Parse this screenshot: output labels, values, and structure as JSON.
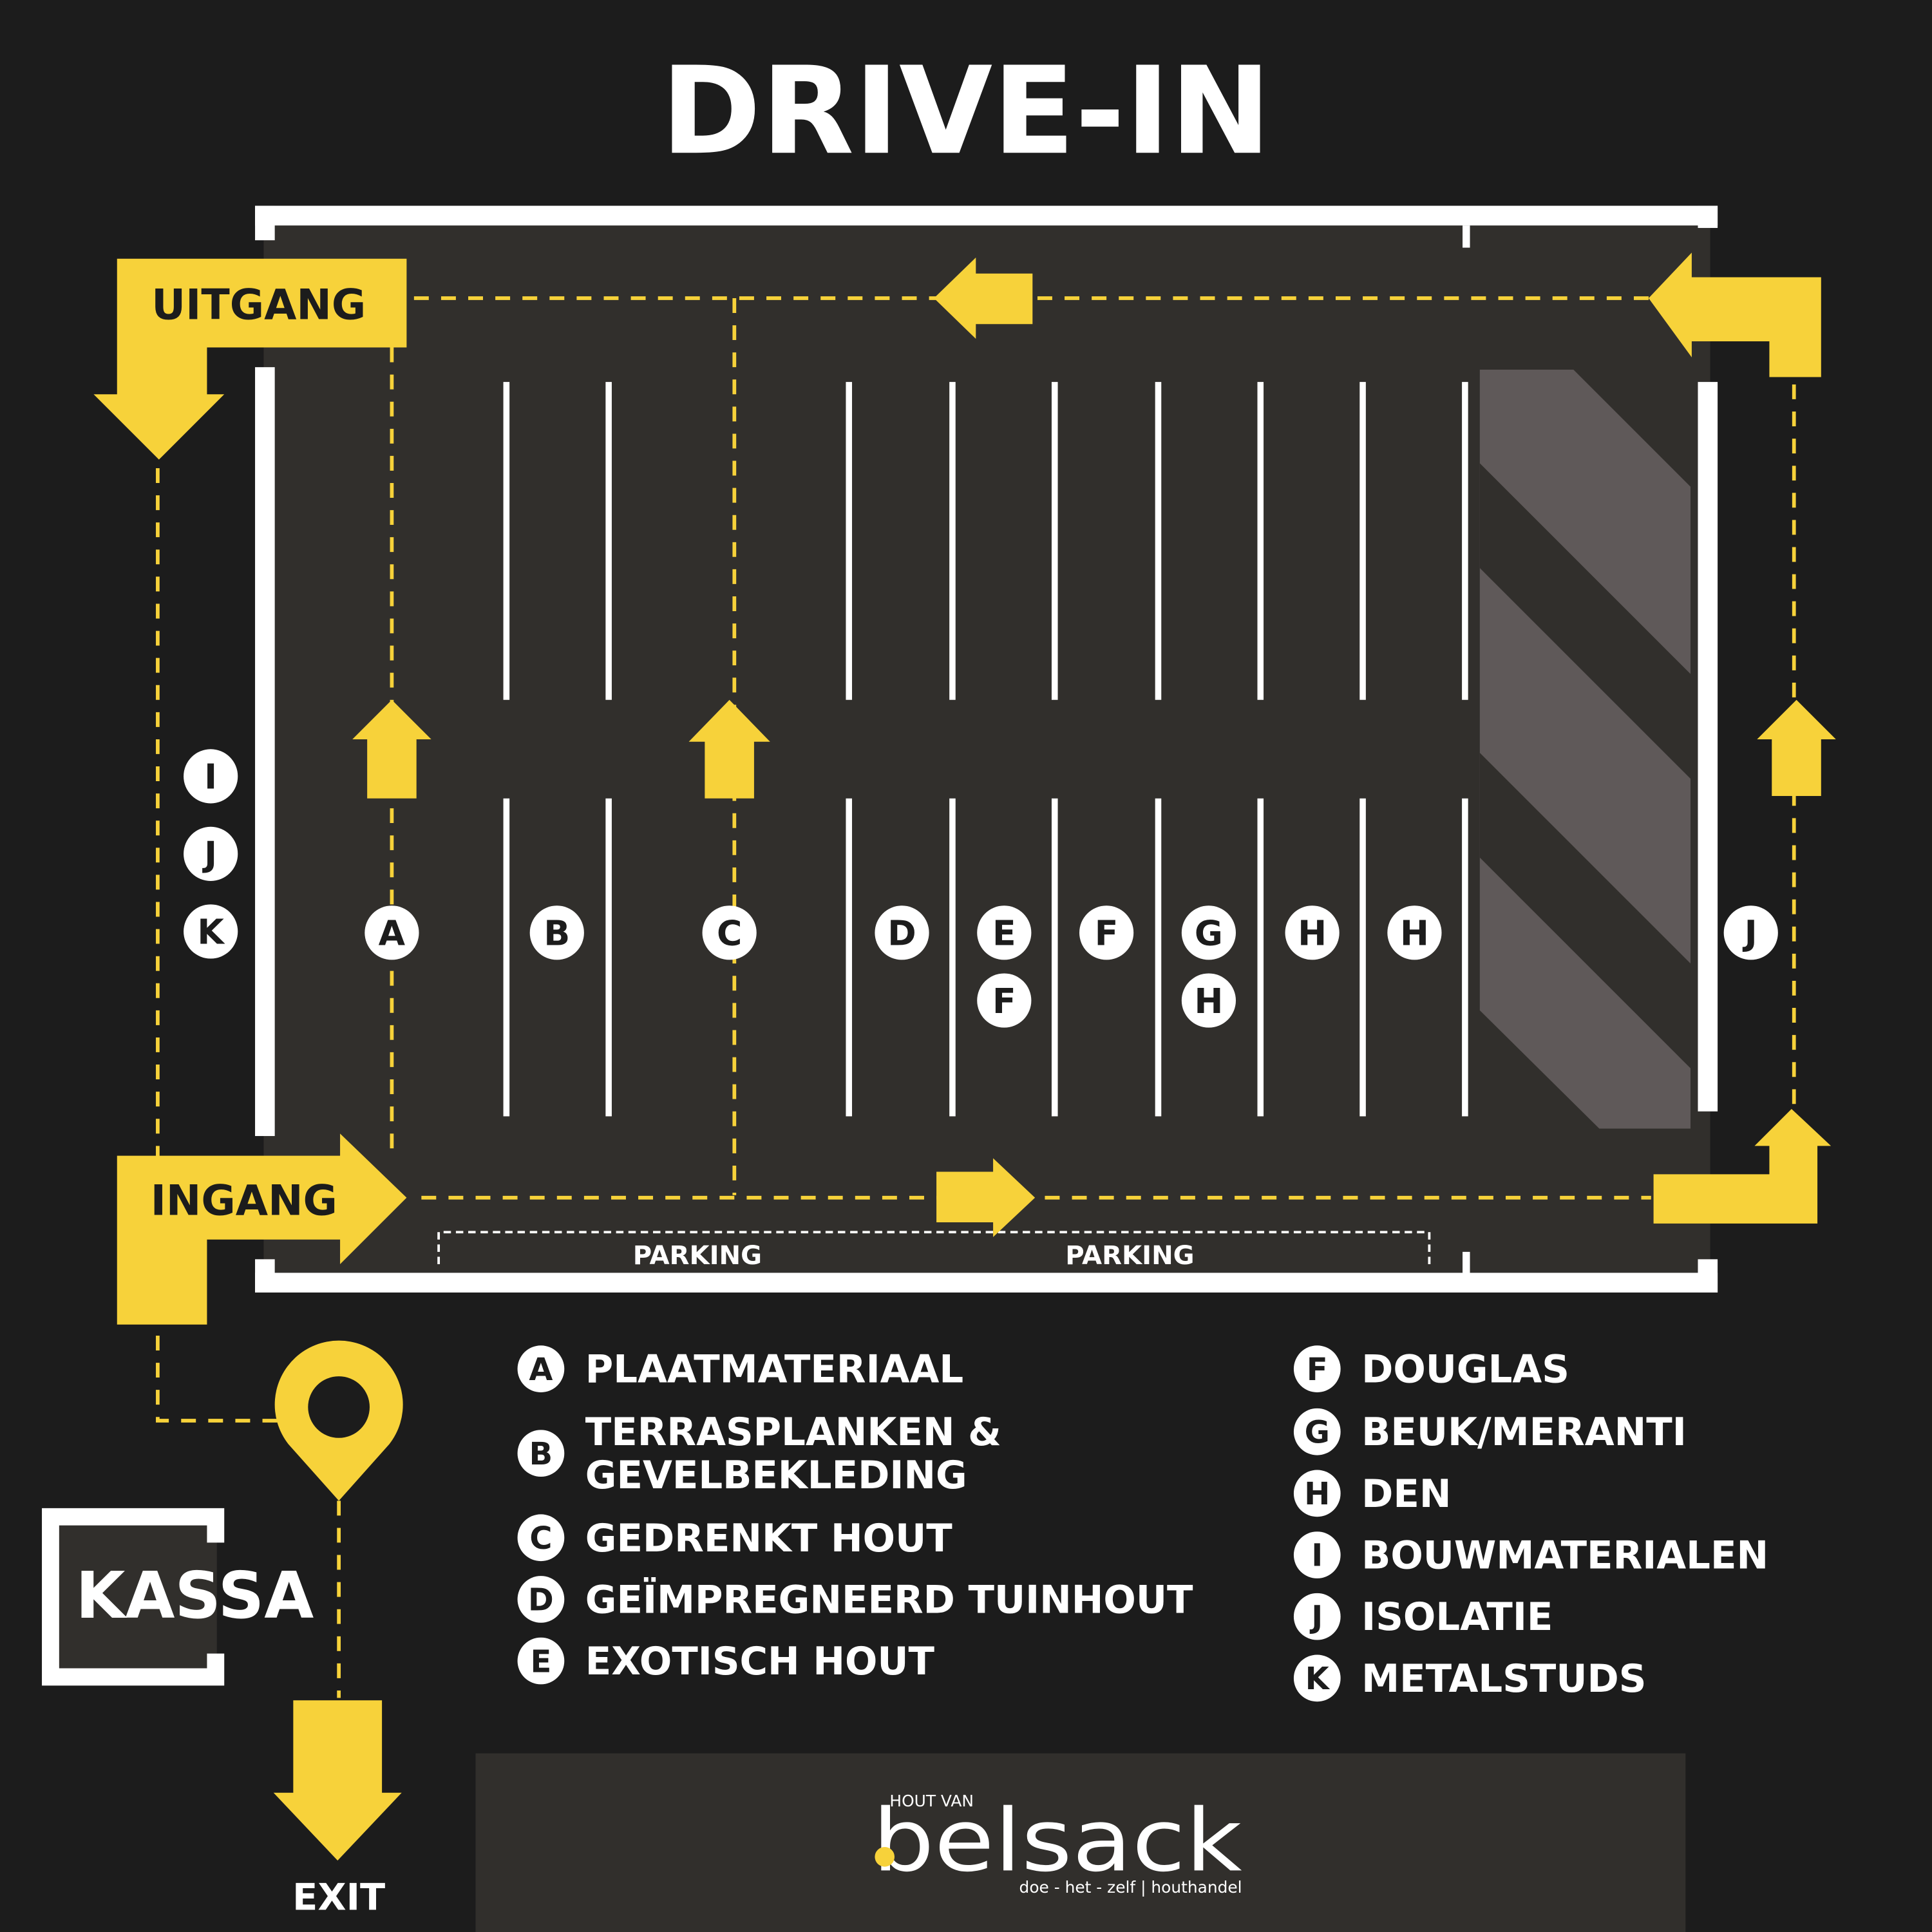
{
  "title": "DRIVE-IN",
  "signs": {
    "exit_sign": "UITGANG",
    "entry_sign": "INGANG",
    "parking_1": "PARKING",
    "parking_2": "PARKING",
    "cashier": "KASSA",
    "exit": "EXIT"
  },
  "lanes": [
    {
      "id": "lane-k",
      "badges": [
        "I",
        "J",
        "K"
      ]
    },
    {
      "id": "lane-a",
      "badges": [
        "A"
      ]
    },
    {
      "id": "lane-b",
      "badges": [
        "B"
      ]
    },
    {
      "id": "lane-c",
      "badges": [
        "C"
      ]
    },
    {
      "id": "lane-d",
      "badges": [
        "D"
      ]
    },
    {
      "id": "lane-e",
      "badges": [
        "E",
        "F"
      ]
    },
    {
      "id": "lane-f",
      "badges": [
        "F"
      ]
    },
    {
      "id": "lane-g",
      "badges": [
        "G",
        "H"
      ]
    },
    {
      "id": "lane-h1",
      "badges": [
        "H"
      ]
    },
    {
      "id": "lane-h2",
      "badges": [
        "H"
      ]
    },
    {
      "id": "lane-j",
      "badges": [
        "J"
      ]
    }
  ],
  "legend_left": [
    {
      "letter": "A",
      "lines": [
        "PLAATMATERIAAL"
      ]
    },
    {
      "letter": "B",
      "lines": [
        "TERRASPLANKEN &",
        "GEVELBEKLEDING"
      ]
    },
    {
      "letter": "C",
      "lines": [
        "GEDRENKT HOUT"
      ]
    },
    {
      "letter": "D",
      "lines": [
        "GEÏMPREGNEERD TUINHOUT"
      ]
    },
    {
      "letter": "E",
      "lines": [
        "EXOTISCH HOUT"
      ]
    }
  ],
  "legend_right": [
    {
      "letter": "F",
      "lines": [
        "DOUGLAS"
      ]
    },
    {
      "letter": "G",
      "lines": [
        "BEUK/MERANTI"
      ]
    },
    {
      "letter": "H",
      "lines": [
        "DEN"
      ]
    },
    {
      "letter": "I",
      "lines": [
        "BOUWMATERIALEN"
      ]
    },
    {
      "letter": "J",
      "lines": [
        "ISOLATIE"
      ]
    },
    {
      "letter": "K",
      "lines": [
        "METALSTUDS"
      ]
    }
  ],
  "logo": {
    "top": "HOUT VAN",
    "brand": "belsack",
    "tagline": "doe - het - zelf | houthandel"
  },
  "colors": {
    "background": "#1c1c1c",
    "floor": "#312f2c",
    "accent": "#f7d23a",
    "white": "#ffffff",
    "hatch": "#5f5959"
  }
}
